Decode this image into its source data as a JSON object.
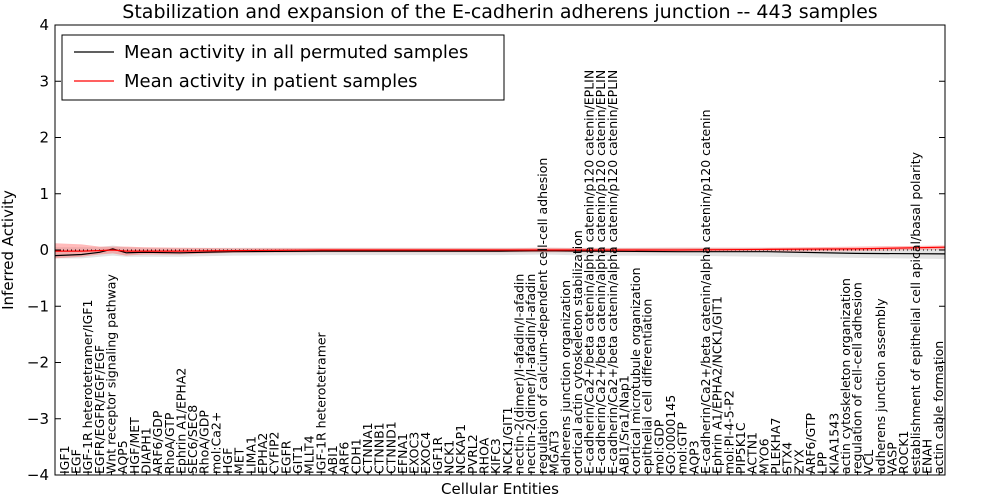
{
  "chart_data": {
    "type": "line",
    "title": "Stabilization and expansion of the E-cadherin adherens junction -- 443 samples",
    "xlabel": "Cellular Entities",
    "ylabel": "Inferred Activity",
    "ylim": [
      -4,
      4
    ],
    "yticks": [
      -4,
      -3,
      -2,
      -1,
      0,
      1,
      2,
      3,
      4
    ],
    "ytick_labels": [
      "−4",
      "−3",
      "−2",
      "−1",
      "0",
      "1",
      "2",
      "3",
      "4"
    ],
    "xlim": [
      0,
      1
    ],
    "grid": false,
    "legend_position": "top-left",
    "legend": [
      {
        "label": "Mean activity in all permuted samples",
        "color": "#000000"
      },
      {
        "label": "Mean activity in patient samples",
        "color": "#ff0000"
      }
    ],
    "entities": [
      "IGF1",
      "EGF",
      "IGF-1R heterotetramer/IGF1",
      "EGFR/EGFR/EGF/EGF",
      "Wnt receptor signaling pathway",
      "AQP5",
      "HGF/MET",
      "DIAPH1",
      "ARF6/GDP",
      "RhoA/GTP",
      "Ephrin A1/EPHA2",
      "SEC6/SEC8",
      "RhoA/GDP",
      "mol:Ca2+",
      "HGF",
      "MET",
      "LIMA1",
      "EPHA2",
      "CYFIP2",
      "EGFR",
      "GIT1",
      "MLLT4",
      "IGF-1R heterotetramer",
      "ABI1",
      "ARF6",
      "CDH1",
      "CTNNA1",
      "CTNNB1",
      "CTNND1",
      "EFNA1",
      "EXOC3",
      "EXOC4",
      "IGF1R",
      "NCK1",
      "NCKAP1",
      "PVRL2",
      "RHOA",
      "KIFC3",
      "NCK1/GIT1",
      "nectin-2(dimer)/I-afadin/I-afadin",
      "nectin-2(dimer)/I-afadin/I-afadin",
      "regulation of calcium-dependent cell-cell adhesion",
      "MGAT3",
      "adherens junction organization",
      "cortical actin cytoskeleton stabilization",
      "E-cadherin/Ca2+/beta catenin/alpha catenin/p120 catenin/EPLIN",
      "E-cadherin/Ca2+/beta catenin/alpha catenin/p120 catenin/EPLIN",
      "E-cadherin/Ca2+/beta catenin/alpha catenin/p120 catenin/EPLIN",
      "ABI1/Sra1/Nap1",
      "cortical microtubule organization",
      "epithelial cell differentiation",
      "mol:GDP",
      "GO:0000145",
      "mol:GTP",
      "AQP3",
      "E-cadherin/Ca2+/beta catenin/alpha catenin/p120 catenin",
      "Ephrin A1/EPHA2/NCK1/GIT1",
      "mol:PI-4-5-P2",
      "PIP5K1C",
      "ACTN1",
      "MYO6",
      "PLEKHA7",
      "STX4",
      "ZYX",
      "ARF6/GTP",
      "LPP",
      "KIAA1543",
      "actin cytoskeleton organization",
      "regulation of cell-cell adhesion",
      "VCL",
      "adherens junction assembly",
      "VASP",
      "ROCK1",
      "establishment of epithelial cell apical/basal polarity",
      "ENAH",
      "actin cable formation"
    ],
    "series": [
      {
        "name": "Mean activity in all permuted samples",
        "color": "#000000",
        "x": [
          0.0,
          0.03,
          0.05,
          0.065,
          0.08,
          0.1,
          0.14,
          0.2,
          0.3,
          0.4,
          0.5,
          0.55,
          0.6,
          0.7,
          0.8,
          0.9,
          1.0
        ],
        "y": [
          -0.1,
          -0.08,
          -0.04,
          0.02,
          -0.05,
          -0.04,
          -0.05,
          -0.03,
          -0.02,
          -0.02,
          -0.02,
          -0.01,
          -0.02,
          -0.03,
          -0.03,
          -0.06,
          -0.07
        ],
        "band_low": [
          -0.15,
          -0.15,
          -0.12,
          -0.1,
          -0.12,
          -0.12,
          -0.12,
          -0.1,
          -0.09,
          -0.09,
          -0.09,
          -0.08,
          -0.1,
          -0.1,
          -0.12,
          -0.14,
          -0.16
        ],
        "band_high": [
          0.05,
          0.05,
          0.05,
          0.08,
          0.05,
          0.04,
          0.04,
          0.04,
          0.04,
          0.04,
          0.04,
          0.04,
          0.04,
          0.04,
          0.04,
          0.03,
          0.03
        ]
      },
      {
        "name": "Mean activity in patient samples",
        "color": "#ff0000",
        "x": [
          0.0,
          0.03,
          0.05,
          0.065,
          0.08,
          0.1,
          0.14,
          0.2,
          0.3,
          0.4,
          0.5,
          0.55,
          0.6,
          0.7,
          0.8,
          0.9,
          1.0
        ],
        "y": [
          -0.02,
          -0.02,
          -0.01,
          0.0,
          -0.02,
          -0.02,
          -0.02,
          -0.01,
          0.0,
          0.0,
          0.0,
          0.0,
          0.0,
          0.0,
          0.01,
          0.02,
          0.05
        ],
        "band_low": [
          -0.15,
          -0.12,
          -0.08,
          -0.06,
          -0.1,
          -0.08,
          -0.08,
          -0.05,
          -0.04,
          -0.04,
          -0.04,
          -0.04,
          -0.04,
          -0.04,
          -0.03,
          -0.02,
          0.01
        ],
        "band_high": [
          0.12,
          0.1,
          0.06,
          0.06,
          0.06,
          0.05,
          0.04,
          0.03,
          0.03,
          0.03,
          0.03,
          0.04,
          0.03,
          0.04,
          0.04,
          0.06,
          0.08
        ]
      }
    ]
  }
}
